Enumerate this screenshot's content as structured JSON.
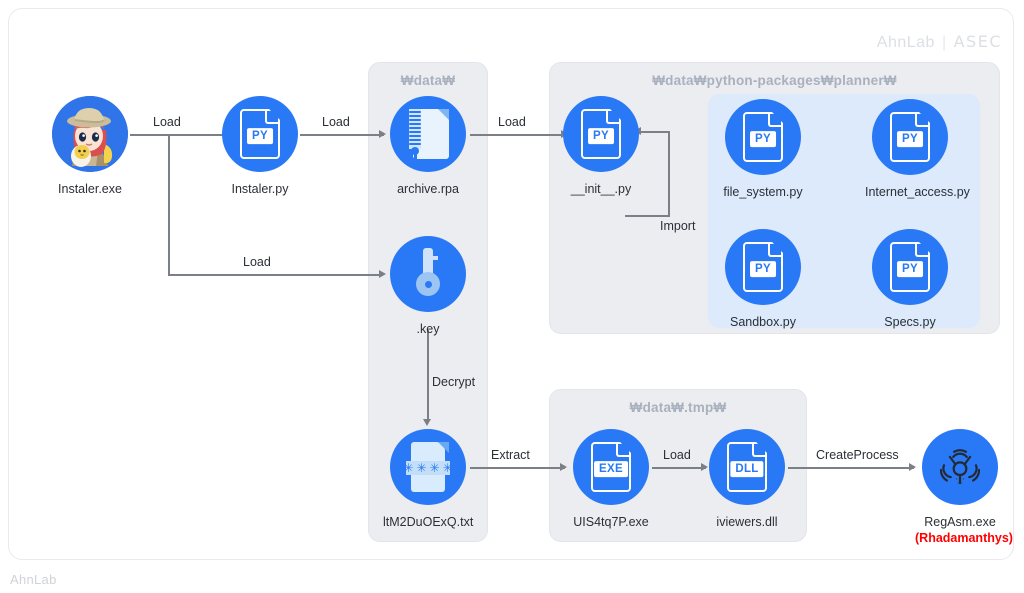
{
  "brand": {
    "left": "AhnLab",
    "separator": "|",
    "right": "ASEC"
  },
  "footer": {
    "text": "AhnLab"
  },
  "panels": [
    {
      "id": "data",
      "title": "₩data₩"
    },
    {
      "id": "planner",
      "title": "₩data₩python-packages₩planner₩"
    },
    {
      "id": "tmp",
      "title": "₩data₩.tmp₩"
    }
  ],
  "nodes": {
    "installer_exe": {
      "label": "Instaler.exe",
      "icon": "anime-avatar-icon"
    },
    "installer_py": {
      "label": "Instaler.py",
      "icon": "python-file-icon",
      "tag": "PY"
    },
    "archive_rpa": {
      "label": "archive.rpa",
      "icon": "archive-zip-icon"
    },
    "key_file": {
      "label": ".key",
      "icon": "key-icon"
    },
    "init_py": {
      "label": "__init__.py",
      "icon": "python-file-icon",
      "tag": "PY"
    },
    "file_system_py": {
      "label": "file_system.py",
      "icon": "python-file-icon",
      "tag": "PY"
    },
    "internet_access_py": {
      "label": "Internet_access.py",
      "icon": "python-file-icon",
      "tag": "PY"
    },
    "sandbox_py": {
      "label": "Sandbox.py",
      "icon": "python-file-icon",
      "tag": "PY"
    },
    "specs_py": {
      "label": "Specs.py",
      "icon": "python-file-icon",
      "tag": "PY"
    },
    "encrypted_txt": {
      "label": "ltM2DuOExQ.txt",
      "icon": "encrypted-file-icon"
    },
    "dropper_exe": {
      "label": "UIS4tq7P.exe",
      "icon": "exe-file-icon",
      "tag": "EXE"
    },
    "iviewers_dll": {
      "label": "iviewers.dll",
      "icon": "dll-file-icon",
      "tag": "DLL"
    },
    "regasm_exe": {
      "label": "RegAsm.exe",
      "sublabel": "(Rhadamanthys)",
      "icon": "biohazard-icon"
    }
  },
  "edges": [
    {
      "id": "e1",
      "label": "Load",
      "from": "installer_exe",
      "to": "installer_py"
    },
    {
      "id": "e2",
      "label": "Load",
      "from": "installer_py",
      "to": "archive_rpa"
    },
    {
      "id": "e3",
      "label": "Load",
      "from": "archive_rpa",
      "to": "init_py"
    },
    {
      "id": "e4",
      "label": "Load",
      "from": "installer_exe",
      "to": "key_file"
    },
    {
      "id": "e5",
      "label": "Import",
      "from": "planner-modules",
      "to": "init_py"
    },
    {
      "id": "e6",
      "label": "Decrypt",
      "from": "key_file",
      "to": "encrypted_txt"
    },
    {
      "id": "e7",
      "label": "Extract",
      "from": "encrypted_txt",
      "to": "dropper_exe"
    },
    {
      "id": "e8",
      "label": "Load",
      "from": "dropper_exe",
      "to": "iviewers_dll"
    },
    {
      "id": "e9",
      "label": "CreateProcess",
      "from": "iviewers_dll",
      "to": "regasm_exe"
    }
  ],
  "colors": {
    "node_blue": "#2979f6",
    "panel_gray": "#ebedf1",
    "panel_blue": "#dceafb",
    "edge": "#7b7f86",
    "alert_red": "#ff0000",
    "brand_gray": "#dcdfe4"
  }
}
